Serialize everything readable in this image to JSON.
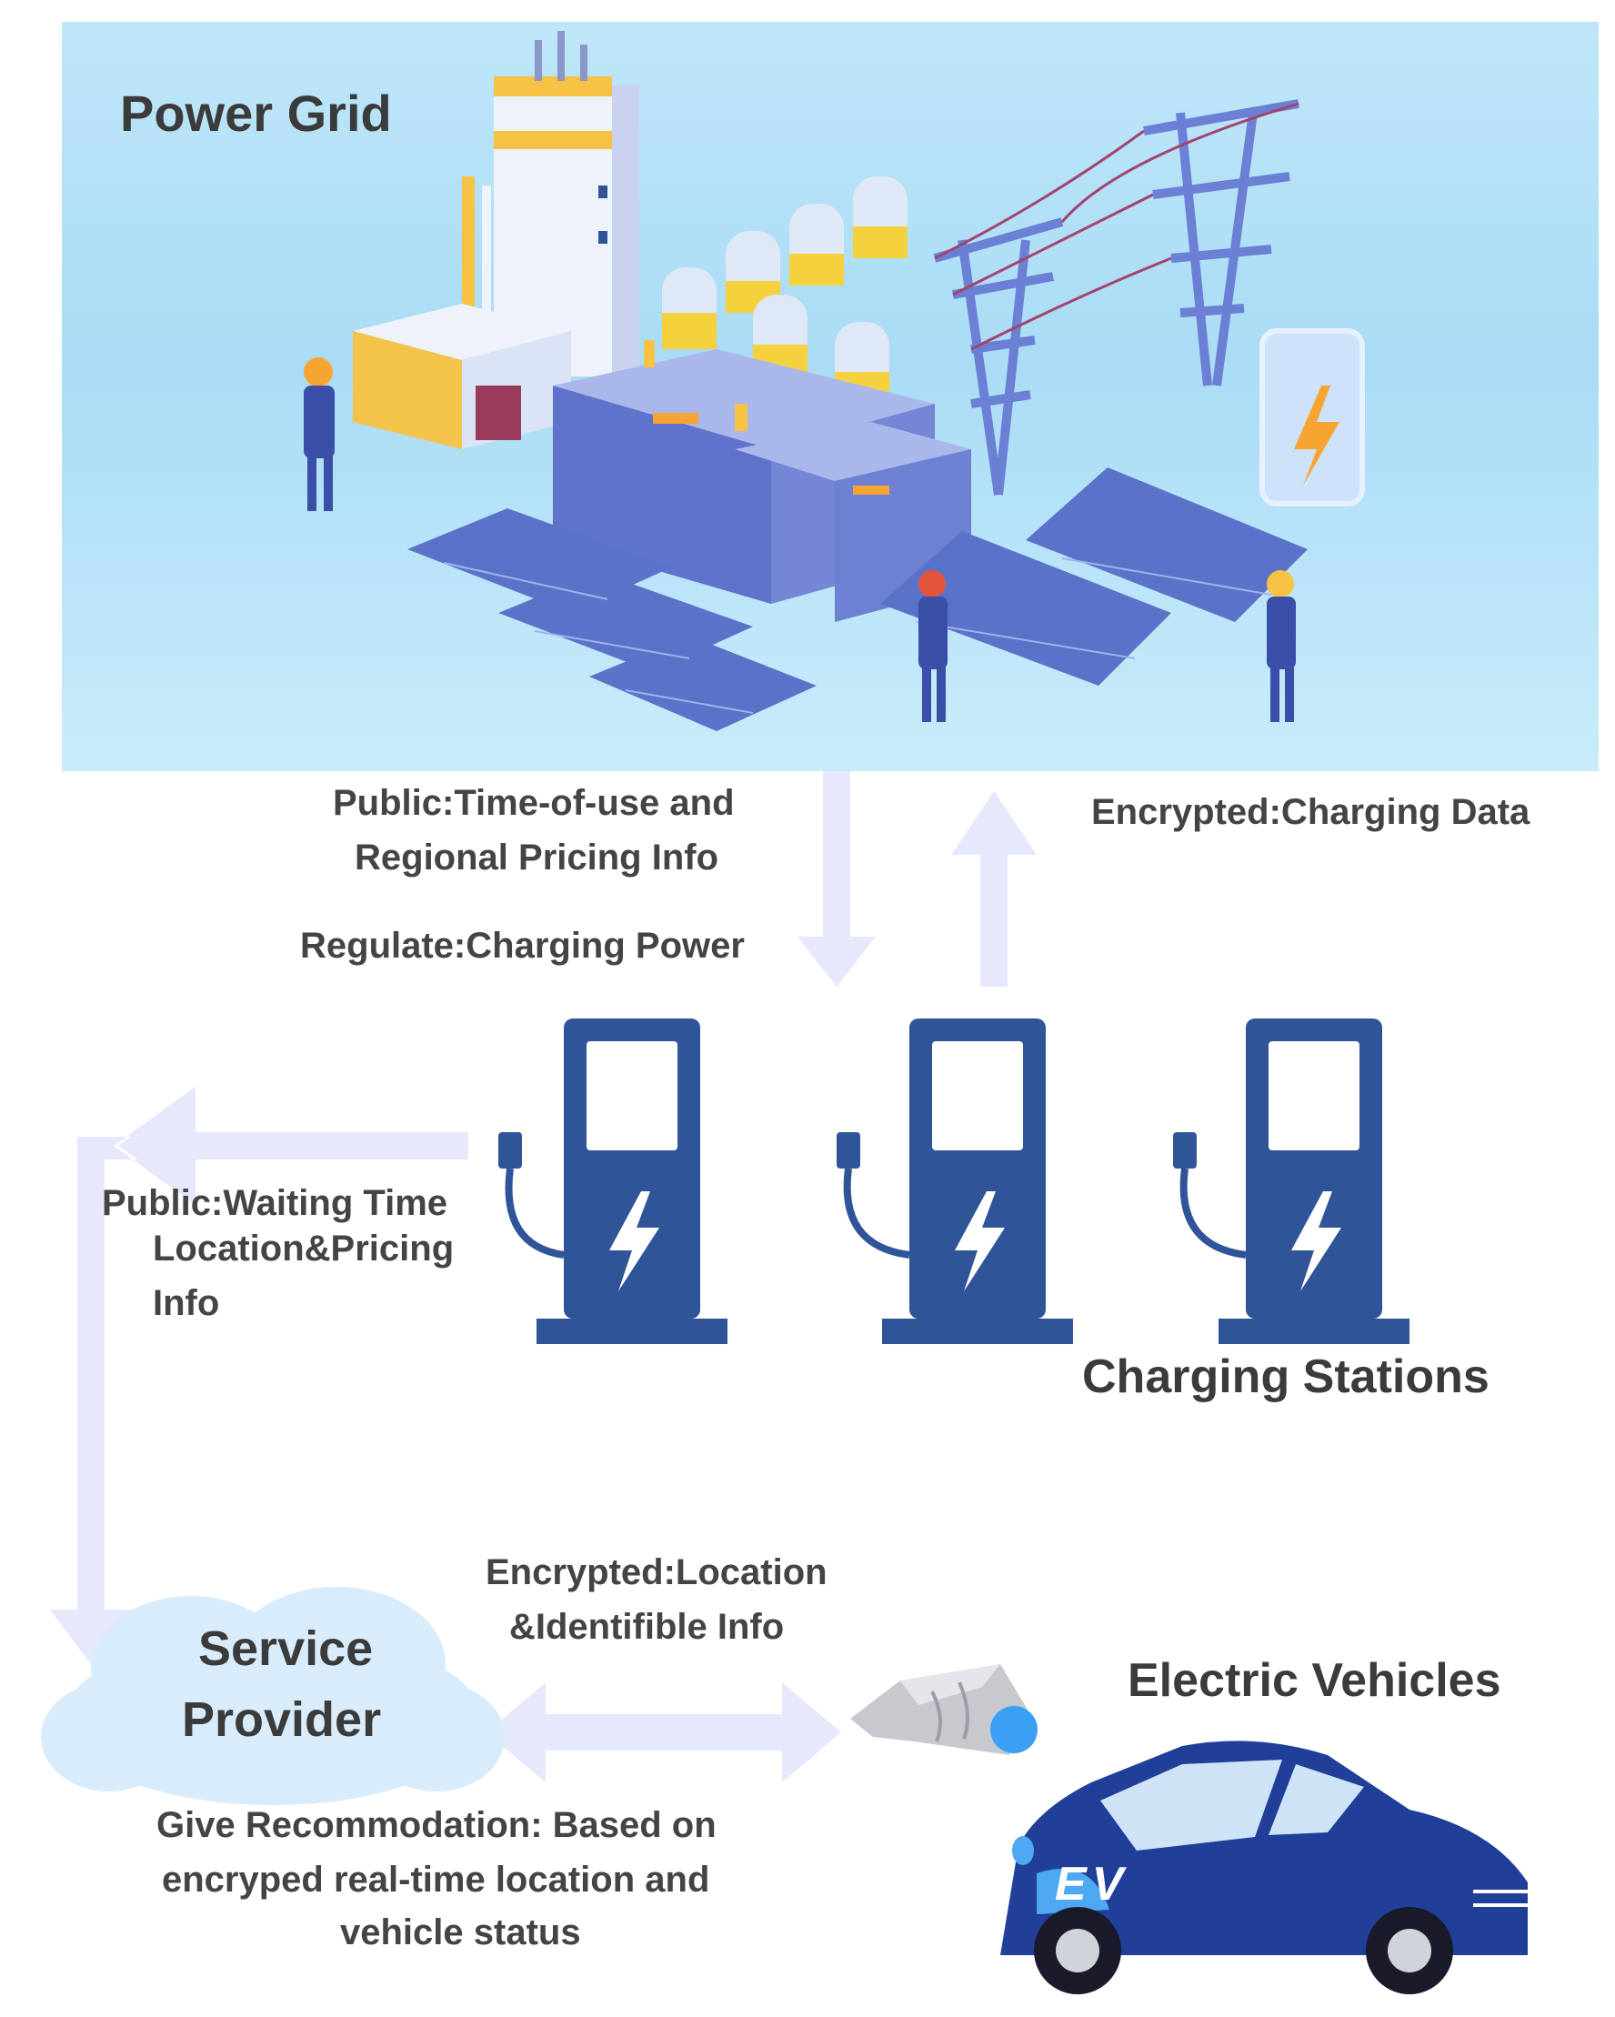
{
  "power_grid": {
    "title": "Power Grid"
  },
  "grid_to_station": {
    "line1": "Public:Time-of-use and",
    "line2": "Regional Pricing Info",
    "regulate": "Regulate:Charging Power"
  },
  "station_to_grid": {
    "label": "Encrypted:Charging Data"
  },
  "stations": {
    "title": "Charging Stations"
  },
  "station_to_provider": {
    "line1": "Public:Waiting Time",
    "line2": "Location&Pricing",
    "line3": "Info"
  },
  "provider": {
    "line1": "Service",
    "line2": "Provider"
  },
  "provider_vehicle_link": {
    "line1": "Encrypted:Location",
    "line2": "&Identifible Info"
  },
  "recommendation": {
    "line1": "Give Recommodation:  Based on",
    "line2": "encryped real-time location and",
    "line3": "vehicle status"
  },
  "vehicles": {
    "title": "Electric Vehicles",
    "car_badge": "EV"
  },
  "colors": {
    "station_blue": "#2f5497",
    "car_blue": "#1f3f99",
    "arrow": "#e6e9fb",
    "panel": "#b6e2f7",
    "solar": "#5b72c9",
    "building": "#6a7fd0",
    "accent_yellow": "#f6c344"
  }
}
